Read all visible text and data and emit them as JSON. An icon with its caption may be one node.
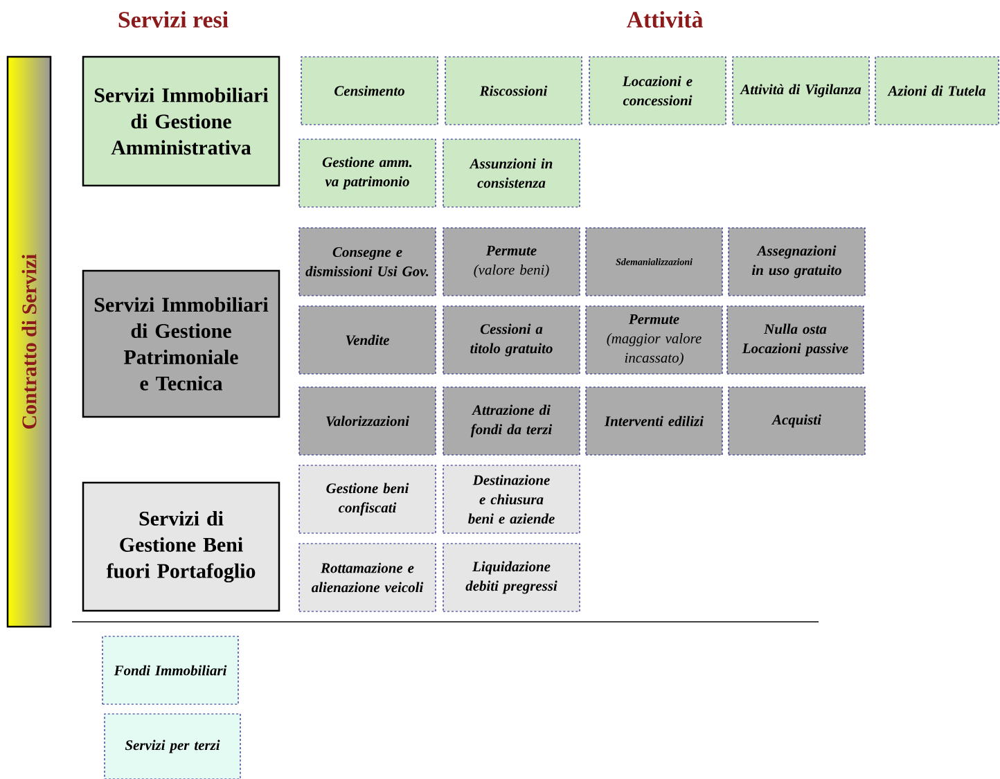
{
  "diagram": {
    "nodes": [
      {
        "text": [
          "Contratto di Servizi"
        ]
      },
      {
        "text": [
          "Servizi Immobiliari di Gestione Amministrativa"
        ]
      },
      {
        "text": [
          "Censimento"
        ]
      },
      {
        "text": [
          "Riscossioni"
        ]
      },
      {
        "text": [
          "Locazioni e concessioni"
        ]
      },
      {
        "text": [
          "Attività di Vigilanza"
        ]
      },
      {
        "text": [
          "Azioni di Tutela"
        ]
      },
      {
        "text": [
          "Gestione amm. va patrimonio"
        ]
      },
      {
        "text": [
          "Assunzioni in consistenza"
        ]
      },
      {
        "text": [
          "Servizi Immobiliari di Gestione Patrimoniale e Tecnica"
        ]
      },
      {
        "text": [
          "Consegne e dismissioni Usi Gov."
        ]
      },
      {
        "text": [
          "Permute",
          "(valore beni)"
        ]
      },
      {
        "text": [
          "Sdemanializzazioni"
        ]
      },
      {
        "text": [
          "Assegnazioni in uso gratuito"
        ]
      },
      {
        "text": [
          "Vendite"
        ]
      },
      {
        "text": [
          "Cessioni a titolo gratuito"
        ]
      },
      {
        "text": [
          "Permute",
          "(maggior valore incassato)"
        ]
      },
      {
        "text": [
          "Nulla osta Locazioni passive"
        ]
      },
      {
        "text": [
          "Valorizzazioni"
        ]
      },
      {
        "text": [
          "Attrazione di fondi da terzi"
        ]
      },
      {
        "text": [
          "Interventi edilizi"
        ]
      },
      {
        "text": [
          "Acquisti"
        ]
      },
      {
        "text": [
          "Servizi di Gestione Beni fuori Portafoglio"
        ]
      },
      {
        "text": [
          "Gestione beni confiscati"
        ]
      },
      {
        "text": [
          "Destinazione e chiusura beni e aziende"
        ]
      },
      {
        "text": [
          "Rottamazione e alienazione veicoli"
        ]
      },
      {
        "text": [
          "Liquidazione debiti pregressi"
        ]
      },
      {
        "text": [
          "Fondi Immobiliari"
        ]
      },
      {
        "text": [
          "Servizi per terzi"
        ]
      }
    ],
    "labels": [
      "Servizi resi",
      "Attività"
    ]
  }
}
